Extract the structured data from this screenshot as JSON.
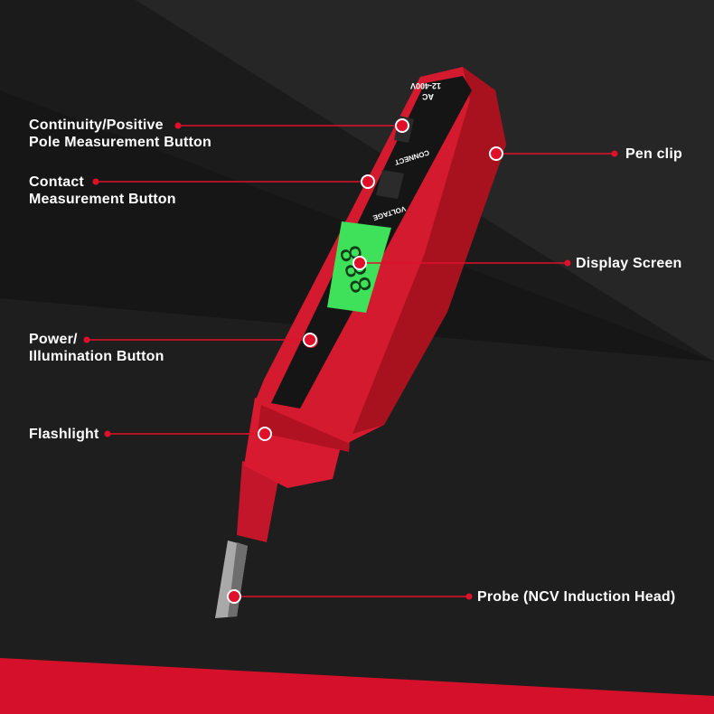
{
  "labels": {
    "continuity": [
      "Continuity/Positive",
      "Pole Measurement Button"
    ],
    "contact": [
      "Contact",
      "Measurement Button"
    ],
    "pen_clip": "Pen clip",
    "display": "Display Screen",
    "power": [
      "Power/",
      "Illumination Button"
    ],
    "flashlight": "Flashlight",
    "probe": "Probe (NCV Induction Head)"
  },
  "device_markings": {
    "range": "12-400V",
    "mode": "AC",
    "button1": "CONNECT",
    "button2": "VOLTAGE"
  },
  "colors": {
    "accent": "#e0102a",
    "lcd": "#38e050",
    "background": "#161616"
  }
}
